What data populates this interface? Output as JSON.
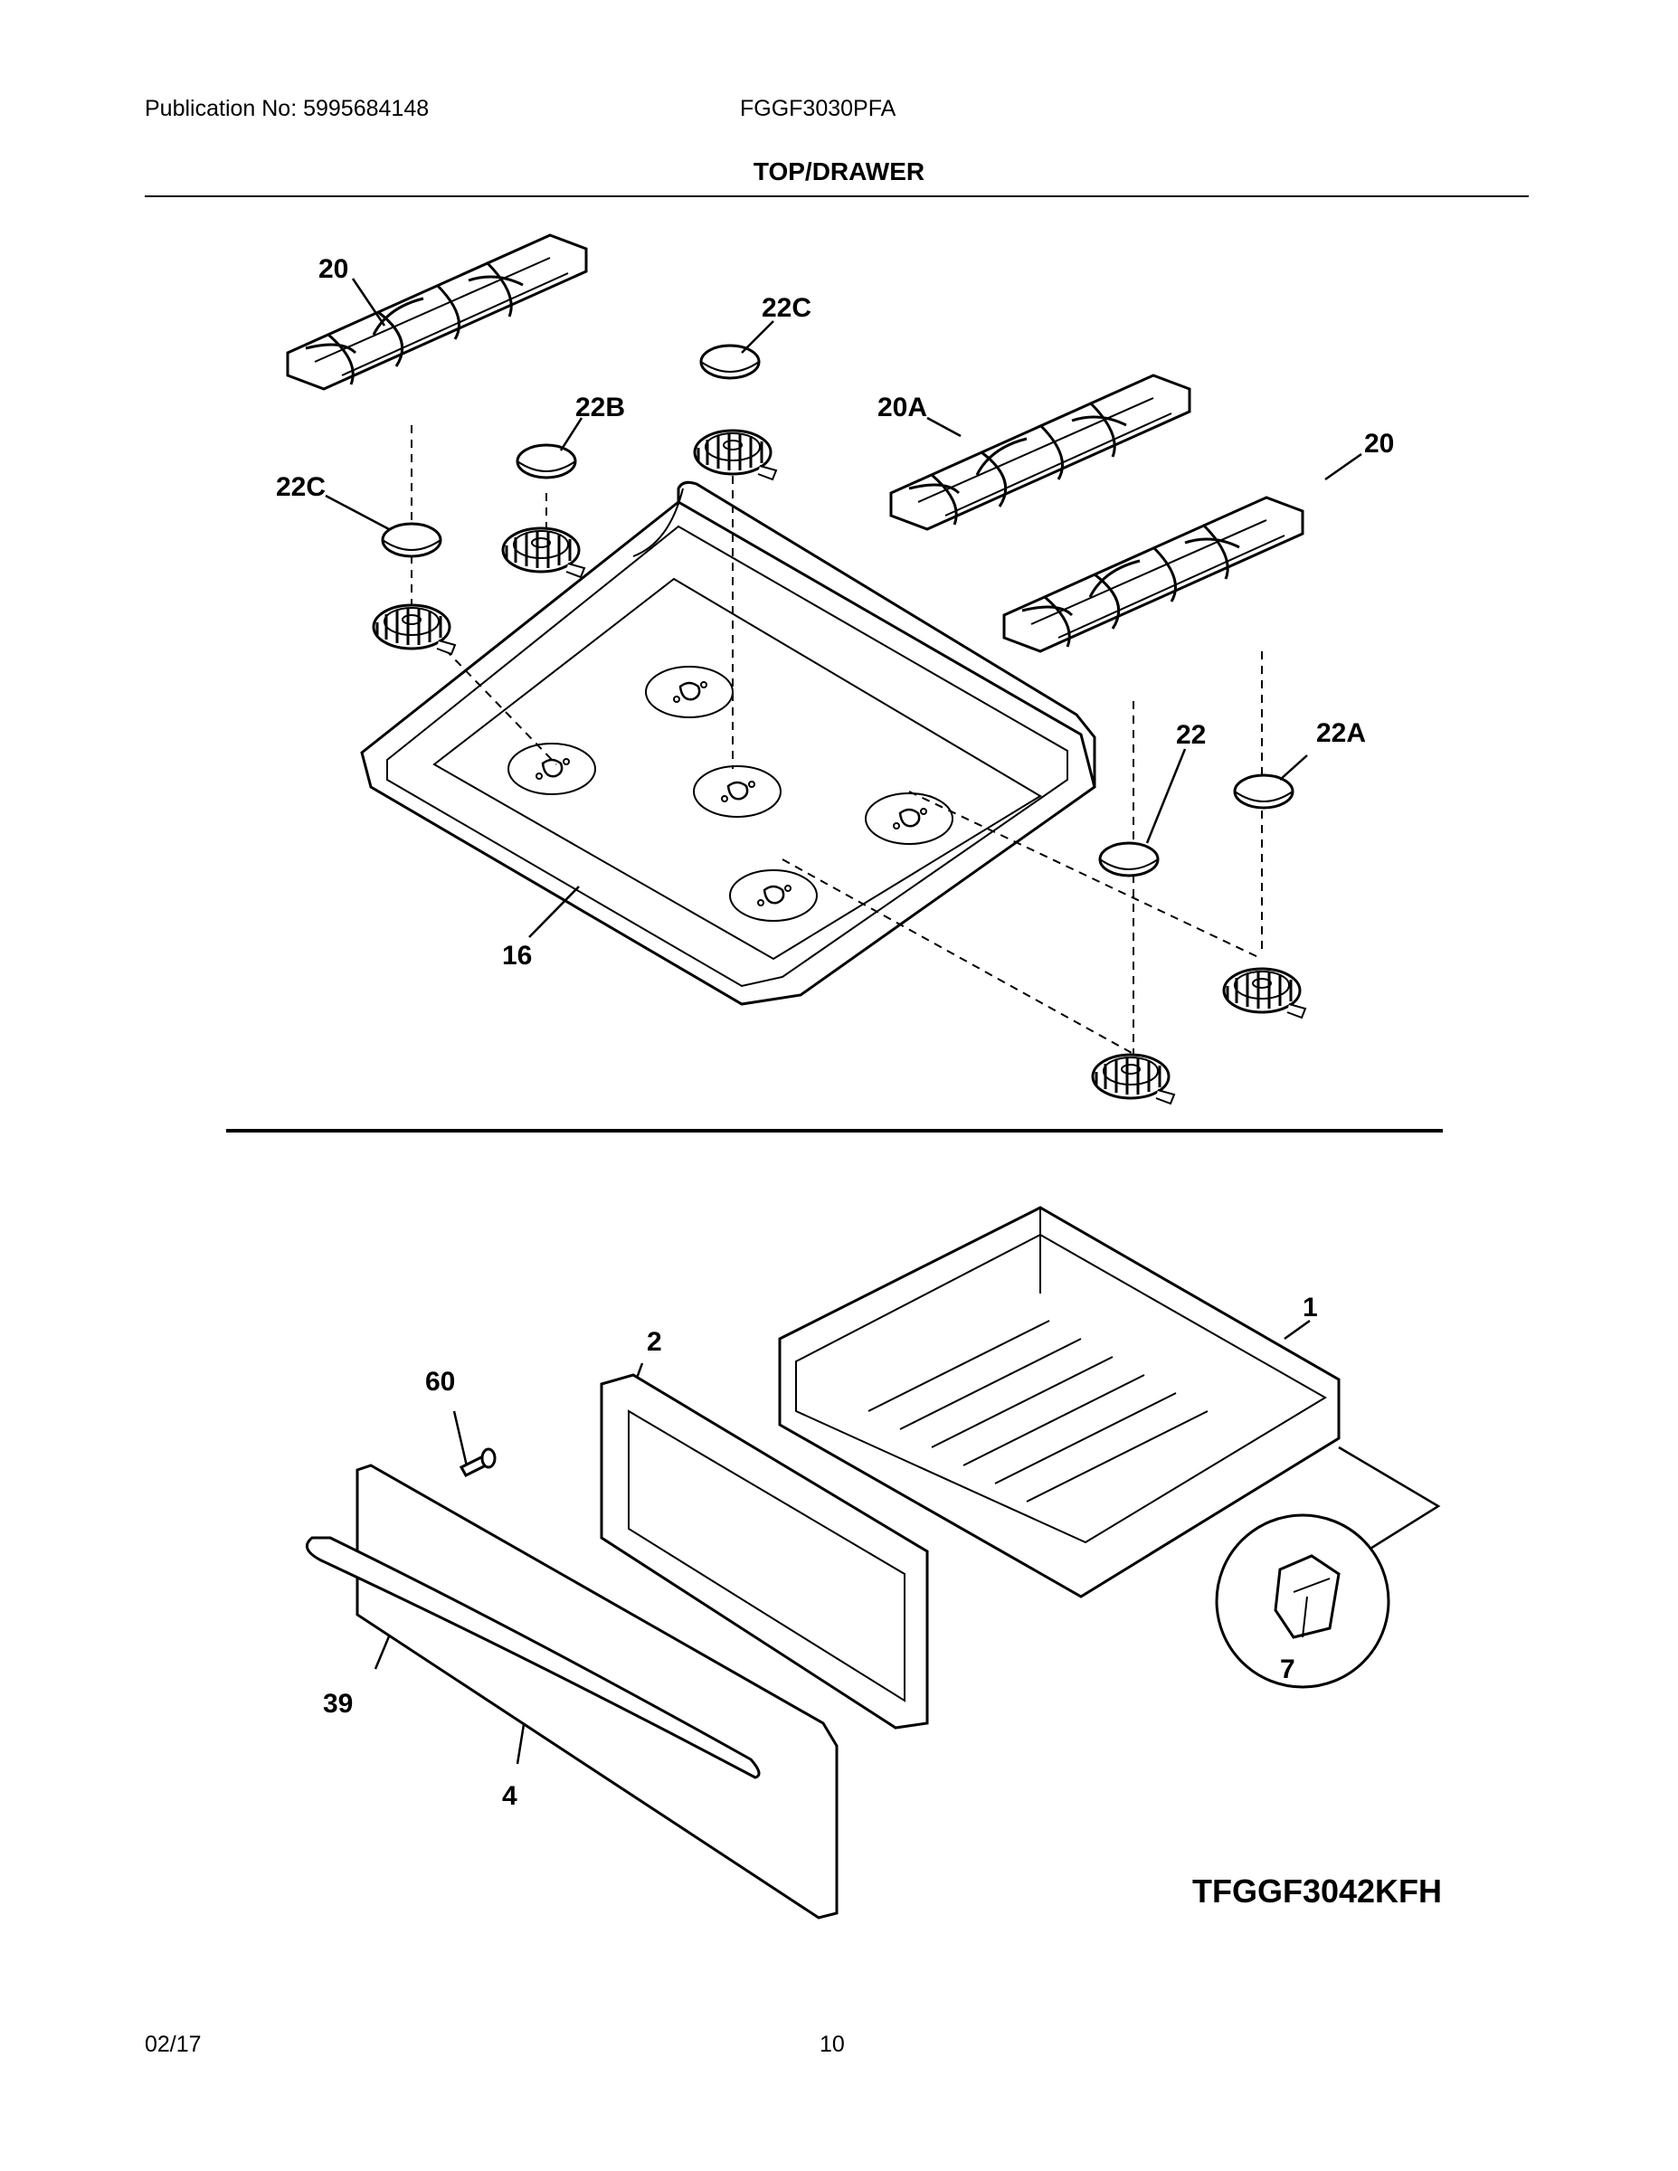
{
  "header": {
    "publication": "Publication No: 5995684148",
    "model": "FGGF3030PFA",
    "title": "TOP/DRAWER"
  },
  "callouts": {
    "grate_left": "20",
    "cap_22c_top": "22C",
    "cap_22b": "22B",
    "grate_20a": "20A",
    "grate_right": "20",
    "cap_22c_left": "22C",
    "cap_22": "22",
    "cap_22a": "22A",
    "cooktop": "16",
    "drawer_body": "1",
    "drawer_liner": "2",
    "screw": "60",
    "handle": "39",
    "drawer_front": "4",
    "clip": "7"
  },
  "diagram_code": "TFGGF3042KFH",
  "footer": {
    "date": "02/17",
    "page": "10"
  }
}
